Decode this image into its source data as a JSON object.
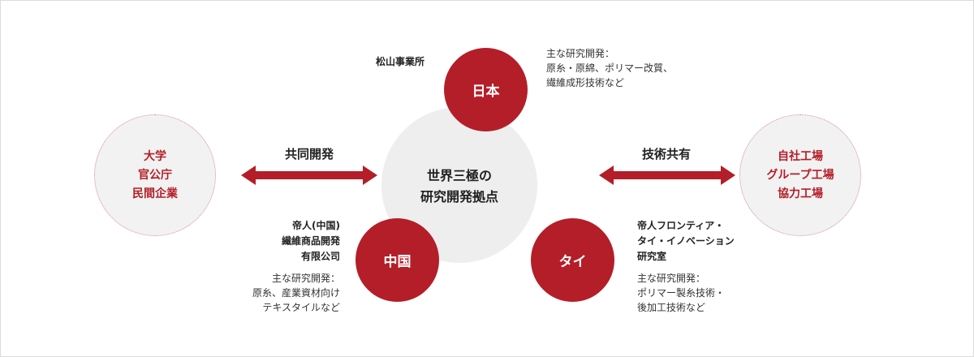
{
  "center": {
    "lines": [
      "世界三極の",
      "研究開発拠点"
    ]
  },
  "nodes": {
    "japan": {
      "label": "日本",
      "site": "松山事業所",
      "focus": [
        "主な研究開発：",
        "原糸・原綿、ポリマー改質、",
        "繊維成形技術など"
      ]
    },
    "china": {
      "label": "中国",
      "company": [
        "帝人(中国)",
        "繊維商品開発",
        "有限公司"
      ],
      "focus": [
        "主な研究開発：",
        "原糸、産業資材向け",
        "テキスタイルなど"
      ]
    },
    "thai": {
      "label": "タイ",
      "company": [
        "帝人フロンティア・",
        "タイ・イノベーション",
        "研究室"
      ],
      "focus": [
        "主な研究開発：",
        "ポリマー製糸技術・",
        "後加工技術など"
      ]
    }
  },
  "left_partner": {
    "lines": [
      "大学",
      "官公庁",
      "民間企業"
    ],
    "arrow_label": "共同開発"
  },
  "right_partner": {
    "lines": [
      "自社工場",
      "グループ工場",
      "協力工場"
    ],
    "arrow_label": "技術共有"
  },
  "colors": {
    "accent": "#b41e28",
    "center_fill": "#eeeeee",
    "partner_fill": "#f2f2f2"
  }
}
